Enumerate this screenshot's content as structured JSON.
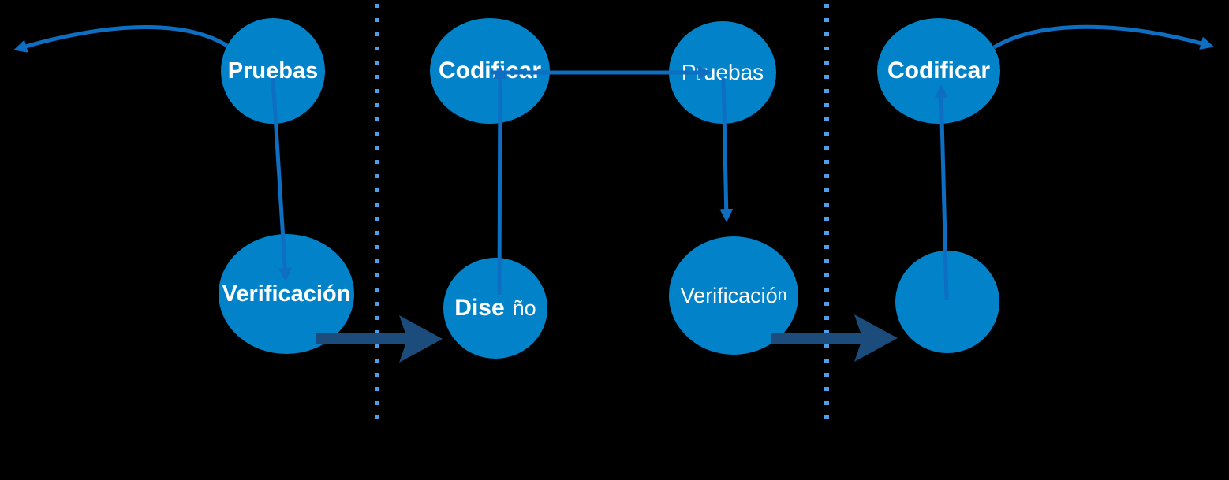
{
  "diagram": {
    "description": "iterative-development-process-flow",
    "phases": 3
  },
  "colors": {
    "canvas-bg": "#000000",
    "node-fill": "#0283c9",
    "node-label": "#ffffff",
    "connector": "#0d6ec2",
    "phase-arrow": "#1c4c7c",
    "divider": "#4f9fe8"
  },
  "nodes": {
    "pruebas1": {
      "label": "Pruebas"
    },
    "verificacion1": {
      "label": "Verificación"
    },
    "codificar2": {
      "label": "Codificar"
    },
    "pruebas2": {
      "label": "Pruebas"
    },
    "diseno2": {
      "label_bold": "Dise",
      "label_rest": "ño"
    },
    "verificacion2": {
      "label_main": "Verificació",
      "label_small": "n"
    },
    "codificar3": {
      "label": "Codificar"
    },
    "blank3": {
      "label": ""
    }
  }
}
